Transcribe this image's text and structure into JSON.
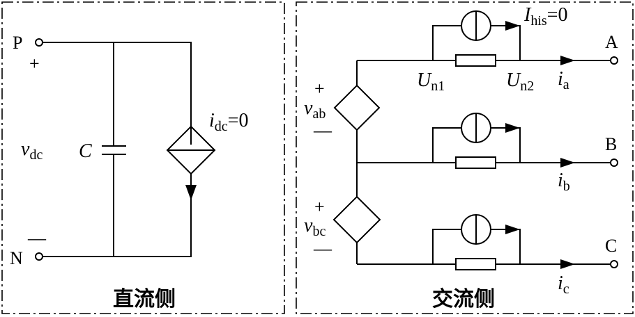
{
  "dc_side": {
    "title": "直流侧",
    "terminal_p": "P",
    "terminal_n": "N",
    "plus": "+",
    "minus": "—",
    "voltage_label": "v",
    "voltage_sub": "dc",
    "capacitor_label": "C",
    "current_label": "i",
    "current_sub": "dc",
    "current_value": "=0"
  },
  "ac_side": {
    "title": "交流侧",
    "terminals": [
      "A",
      "B",
      "C"
    ],
    "source_ab_label": "v",
    "source_ab_sub": "ab",
    "source_bc_label": "v",
    "source_bc_sub": "bc",
    "plus": "+",
    "minus": "—",
    "hist_label": "I",
    "hist_sub": "his",
    "hist_value": "=0",
    "node1_label": "U",
    "node1_sub": "n1",
    "node2_label": "U",
    "node2_sub": "n2",
    "current_symbol": "i",
    "current_subs": [
      "a",
      "b",
      "c"
    ]
  }
}
